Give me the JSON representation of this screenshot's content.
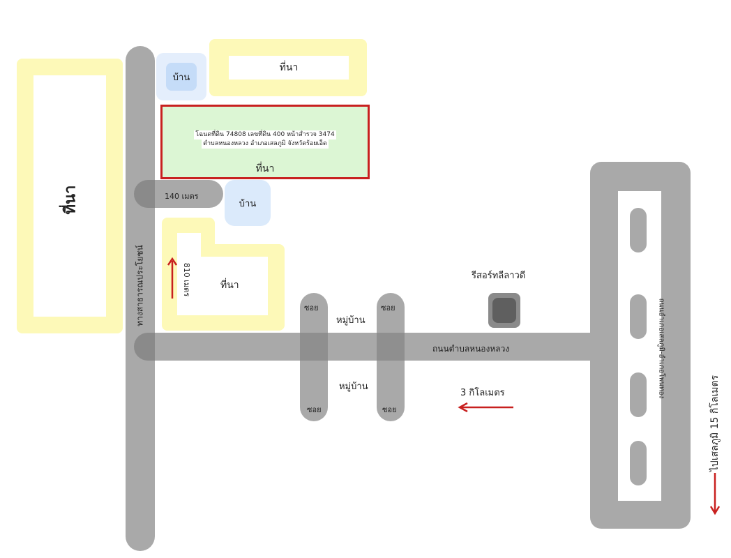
{
  "map": {
    "left_field_label": "ที่นา",
    "top_field_label": "ที่นา",
    "house_top_label": "บ้าน",
    "house_mid_label": "บ้าน",
    "plot": {
      "line1": "โฉนดที่ดิน 74808 เลขที่ดิน 400 หน้าสำรวจ 3474",
      "line2": "ตำบลหนองหลวง อำเภอเสลภูมิ จังหวัดร้อยเอ็ด",
      "label": "ที่นา",
      "border_color": "#c8201f",
      "fill_color": "#dcf6d4"
    },
    "spur_road_label": "140 เมตร",
    "public_road_label": "ทางสาธารณประโยชน์",
    "distance_810": "810 เมตร",
    "lower_field_label": "ที่นา",
    "soi_labels": [
      "ซอย",
      "ซอย",
      "ซอย",
      "ซอย"
    ],
    "village_top": "หมู่บ้าน",
    "village_bottom": "หมู่บ้าน",
    "resort_label": "รีสอร์ทลีลาวดี",
    "main_road_label": "ถนนตำบลหนองหลวง",
    "distance_3km": "3 กิโลเมตร",
    "highway_label": "ถนนอำเภอเสลภูมิ-อำเภอโพนทอง",
    "to_selaphum": "ไปเสลภูมิ 15 กิโลเมตร",
    "colors": {
      "road": "#a9a9a9",
      "field": "#fdf9b8",
      "house": "#dbeafb",
      "arrow": "#c8201f"
    }
  }
}
